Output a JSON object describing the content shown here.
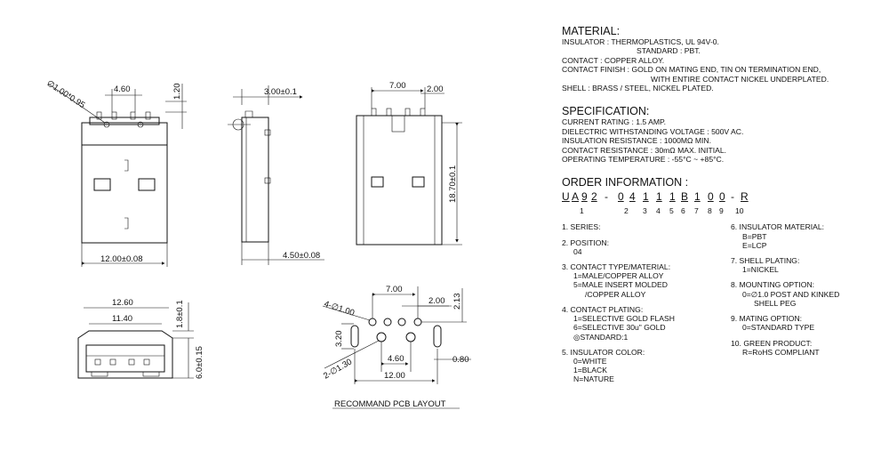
{
  "material": {
    "heading": "MATERIAL:",
    "lines": [
      "INSULATOR : THERMOPLASTICS, UL 94V-0.",
      "STANDARD : PBT.",
      "CONTACT : COPPER  ALLOY.",
      "CONTACT FINISH : GOLD ON MATING END, TIN ON TERMINATION END,",
      "WITH ENTIRE CONTACT NICKEL UNDERPLATED.",
      "SHELL : BRASS / STEEL, NICKEL PLATED."
    ]
  },
  "specification": {
    "heading": "SPECIFICATION:",
    "lines": [
      "CURRENT RATING : 1.5 AMP.",
      "DIELECTRIC WITHSTANDING VOLTAGE : 500V AC.",
      "INSULATION RESISTANCE : 1000MΩ MIN.",
      "CONTACT RESISTANCE : 30mΩ MAX. INITIAL.",
      "OPERATING TEMPERATURE : -55°C ~ +85°C."
    ]
  },
  "order": {
    "heading": "ORDER INFORMATION :",
    "code": [
      "U",
      "A",
      "9",
      "2",
      "-",
      "0",
      "4",
      "1",
      "1",
      "1",
      "B",
      "1",
      "0",
      "0",
      "-",
      "R"
    ],
    "code_underlined": [
      true,
      true,
      true,
      true,
      false,
      true,
      true,
      true,
      true,
      true,
      true,
      true,
      true,
      true,
      false,
      true
    ],
    "numbers": [
      "1",
      "2",
      "3",
      "4",
      "5",
      "6",
      "7",
      "8",
      "9",
      "10"
    ],
    "left_options": [
      {
        "title": "1. SERIES:",
        "items": []
      },
      {
        "title": "2. POSITION:",
        "items": [
          "04"
        ]
      },
      {
        "title": "3. CONTACT TYPE/MATERIAL:",
        "items": [
          "1=MALE/COPPER ALLOY",
          "5=MALE INSERT MOLDED",
          "/COPPER ALLOY"
        ]
      },
      {
        "title": "4. CONTACT PLATING:",
        "items": [
          "1=SELECTIVE GOLD FLASH",
          "6=SELECTIVE 30u\" GOLD",
          "◎STANDARD:1"
        ]
      },
      {
        "title": "5. INSULATOR COLOR:",
        "items": [
          "0=WHITE",
          "1=BLACK",
          "N=NATURE"
        ]
      }
    ],
    "right_options": [
      {
        "title": "6. INSULATOR MATERIAL:",
        "items": [
          "B=PBT",
          "E=LCP"
        ]
      },
      {
        "title": "7. SHELL PLATING:",
        "items": [
          "1=NICKEL"
        ]
      },
      {
        "title": "8. MOUNTING OPTION:",
        "items": [
          "0=∅1.0 POST AND KINKED",
          "SHELL PEG"
        ]
      },
      {
        "title": "9. MATING OPTION:",
        "items": [
          "0=STANDARD TYPE"
        ]
      },
      {
        "title": "10. GREEN PRODUCT:",
        "items": [
          "R=RoHS COMPLIANT"
        ]
      }
    ]
  },
  "dimensions": {
    "front_hole": "∅1.00*0.95",
    "front_pitch": "4.60",
    "front_top": "1.20",
    "front_width": "12.00±0.08",
    "side_top": "3.00±0.1",
    "side_bottom": "4.50±0.08",
    "back_width": "7.00",
    "back_pitch": "2.00",
    "back_height": "18.70±0.1",
    "end_outer": "12.60",
    "end_inner": "11.40",
    "end_h1": "1.8±0.1",
    "end_h2": "6.0±0.15",
    "pcb_holes4": "4-∅1.00",
    "pcb_holes2": "2-∅1.30",
    "pcb_w7": "7.00",
    "pcb_p2": "2.00",
    "pcb_h213": "2.13",
    "pcb_h320": "3.20",
    "pcb_460": "4.60",
    "pcb_080": "0.80",
    "pcb_1200": "12.00",
    "pcb_caption": "RECOMMAND PCB LAYOUT"
  }
}
